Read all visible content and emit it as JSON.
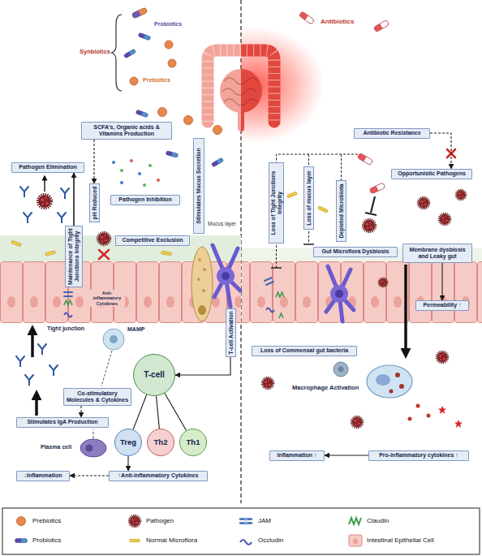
{
  "diagram": {
    "nodes": [
      {
        "text": [
          "SCFA's, Organic acids & Vitamins Production"
        ]
      },
      {
        "text": [
          "Pathogen Elimination"
        ]
      },
      {
        "text": [
          "pH Reduced"
        ]
      },
      {
        "text": [
          "Pathogen Inhibition"
        ]
      },
      {
        "text": [
          "Maintenance of Tight Junctions Integrity"
        ]
      },
      {
        "text": [
          "Competitive Exclusion"
        ]
      },
      {
        "text": [
          "Stimulates Mucus Secretion"
        ]
      },
      {
        "text": [
          "T-cell Activation"
        ]
      },
      {
        "text": [
          "T-cell"
        ]
      },
      {
        "text": [
          "Co-stimulatory Molecules & Cytokines"
        ]
      },
      {
        "text": [
          "Stimulates IgA Production"
        ]
      },
      {
        "text": [
          "Treg"
        ]
      },
      {
        "text": [
          "Th2"
        ]
      },
      {
        "text": [
          "Th1"
        ]
      },
      {
        "text": [
          "↑Anti-inflammatory Cytokines"
        ]
      },
      {
        "text": [
          "↓Inflammation"
        ]
      },
      {
        "text": [
          "Antibiotic Resistance"
        ]
      },
      {
        "text": [
          "Loss of Tight Junctions Integrity"
        ]
      },
      {
        "text": [
          "Loss of mucus layer"
        ]
      },
      {
        "text": [
          "Depleted Microbiota"
        ]
      },
      {
        "text": [
          "Opportunistic Pathogens"
        ]
      },
      {
        "text": [
          "Gut Microflora Dysbiosis"
        ]
      },
      {
        "text": [
          "Membrane dysbiosis and Leaky gut"
        ]
      },
      {
        "text": [
          "Permeability ↑"
        ]
      },
      {
        "text": [
          "Loss of Commensal gut bacteria"
        ]
      },
      {
        "text": [
          "Inflammation ↑"
        ]
      },
      {
        "text": [
          "Pro-inflammatory cytokines ↑"
        ]
      }
    ],
    "edges": [
      {
        "from": 0,
        "to": 2,
        "arrow": "to"
      },
      {
        "from": 4,
        "to": 1,
        "arrow": "to"
      },
      {
        "from": 7,
        "to": 8,
        "arrow": "to"
      },
      {
        "from": 8,
        "to": 11,
        "arrow": "none"
      },
      {
        "from": 8,
        "to": 12,
        "arrow": "none"
      },
      {
        "from": 8,
        "to": 13,
        "arrow": "none"
      },
      {
        "from": 9,
        "to": 10,
        "arrow": "to"
      },
      {
        "from": 11,
        "to": 14,
        "arrow": "to"
      },
      {
        "from": 14,
        "to": 15,
        "arrow": "to"
      },
      {
        "from": 16,
        "to": 20,
        "arrow": "to"
      },
      {
        "from": 22,
        "to": 23,
        "arrow": "to"
      },
      {
        "from": 26,
        "to": 25,
        "arrow": "to"
      }
    ],
    "labels": [
      "Synbiotics",
      "Probiotics",
      "Prebiotics",
      "Antibiotics",
      "Mucus layer",
      "Anti-inflammatory Cytokines",
      "Tight junction",
      "MAMP",
      "Plasma cell",
      "Macrophage Activation"
    ],
    "legend": [
      {
        "text": "Prebiotics"
      },
      {
        "text": "Pathogen"
      },
      {
        "text": "JAM"
      },
      {
        "text": "Claudin"
      },
      {
        "text": "Probiotics"
      },
      {
        "text": "Normal Microflora"
      },
      {
        "text": "Occludin"
      },
      {
        "text": "Intestinal Epithelial Cell"
      }
    ]
  }
}
